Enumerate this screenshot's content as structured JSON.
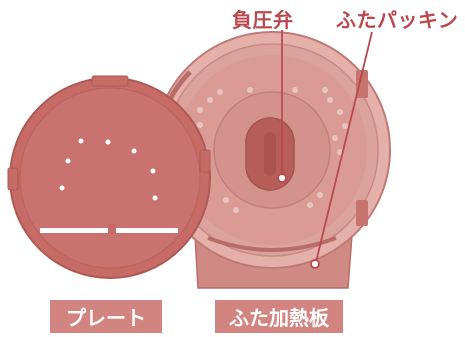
{
  "callouts": {
    "negative_pressure_valve": "負圧弁",
    "lid_packing": "ふたパッキン"
  },
  "labels": {
    "plate": "プレート",
    "lid_heating_plate": "ふた加熱板"
  },
  "colors": {
    "accent": "#b9494f",
    "part_fill": "#c66a66",
    "tag_bg": "#d28580"
  }
}
